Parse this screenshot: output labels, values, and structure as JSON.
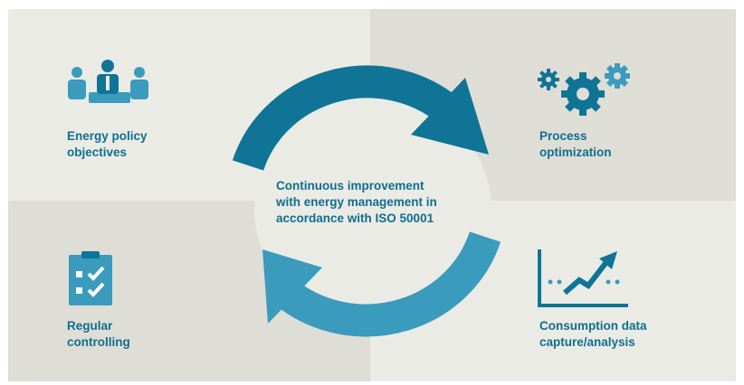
{
  "diagram": {
    "center_text": "Continuous improvement\nwith energy management in\naccordance with ISO 50001",
    "quadrants": {
      "top_left": {
        "label": "Energy policy\nobjectives",
        "icon": "team-meeting-icon"
      },
      "top_right": {
        "label": "Process\noptimization",
        "icon": "gears-icon"
      },
      "bottom_left": {
        "label": "Regular\ncontrolling",
        "icon": "checklist-clipboard-icon"
      },
      "bottom_right": {
        "label": "Consumption data\ncapture/analysis",
        "icon": "trend-chart-icon"
      }
    },
    "colors": {
      "accent_dark": "#0f7496",
      "accent_light": "#3a9bbd",
      "text": "#0f6e8e",
      "bg_light": "#ebebe6",
      "bg_dark": "#deddd6"
    }
  }
}
